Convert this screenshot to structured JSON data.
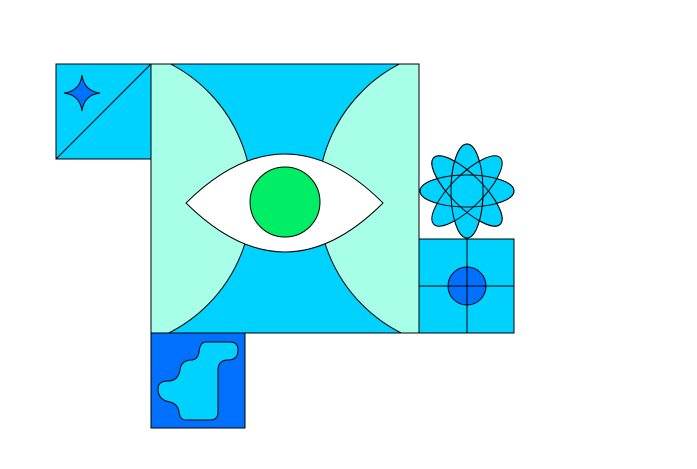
{
  "colors": {
    "cyan": "#00d2ff",
    "mint": "#a8ffe8",
    "blue": "#0070ff",
    "green": "#00ee66",
    "white": "#ffffff",
    "stroke": "#000000"
  },
  "shapes": [
    "star-tile",
    "eye-tile",
    "flower",
    "target-tile",
    "blob-tile"
  ]
}
